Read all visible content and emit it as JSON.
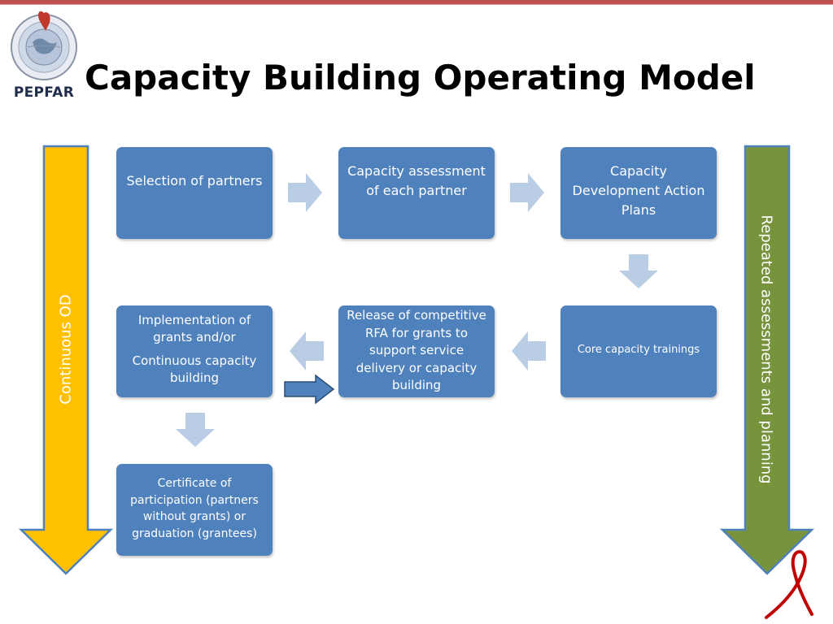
{
  "header": {
    "title": "Capacity Building Operating Model",
    "logo_text": "PEPFAR",
    "logo_icon": "pepfar-seal"
  },
  "side_arrows": {
    "left": {
      "label": "Continuous OD",
      "color": "#ffc000"
    },
    "right": {
      "label": "Repeated assessments and planning",
      "color": "#77933c"
    }
  },
  "steps": {
    "selection": "Selection of partners",
    "assessment": "Capacity assessment of each partner",
    "action_plans": "Capacity Development Action Plans",
    "core_trainings": "Core capacity trainings",
    "release_rfa": "Release of competitive RFA for grants to support service delivery or capacity building",
    "implementation": {
      "line1": "Implementation of grants and/or",
      "line2": "Continuous capacity building"
    },
    "certificate": "Certificate of participation (partners without grants) or graduation (grantees)"
  },
  "colors": {
    "box": "#4f81bd",
    "arrow_light": "#b9cde5",
    "arrow_accent": "#4f81bd",
    "title_bar": "#c0504d",
    "ribbon": "#c00000"
  }
}
